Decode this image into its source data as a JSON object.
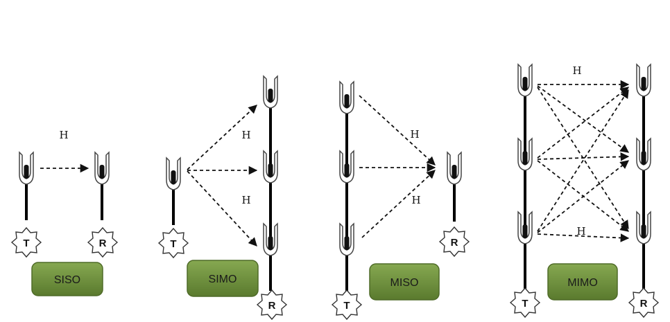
{
  "channel_label": "H",
  "node_letters": {
    "transmitter": "T",
    "receiver": "R"
  },
  "configurations": [
    {
      "id": "siso",
      "name": "SISO"
    },
    {
      "id": "simo",
      "name": "SIMO"
    },
    {
      "id": "miso",
      "name": "MISO"
    },
    {
      "id": "mimo",
      "name": "MIMO"
    }
  ],
  "colors": {
    "button_fill": "#6b8e3a",
    "button_border": "#4f6b28",
    "antenna_body": "#ffffff",
    "antenna_core": "#111111",
    "line": "#000000"
  },
  "icons": [
    "antenna-icon",
    "transmitter-star-icon",
    "receiver-star-icon",
    "arrow-icon"
  ]
}
